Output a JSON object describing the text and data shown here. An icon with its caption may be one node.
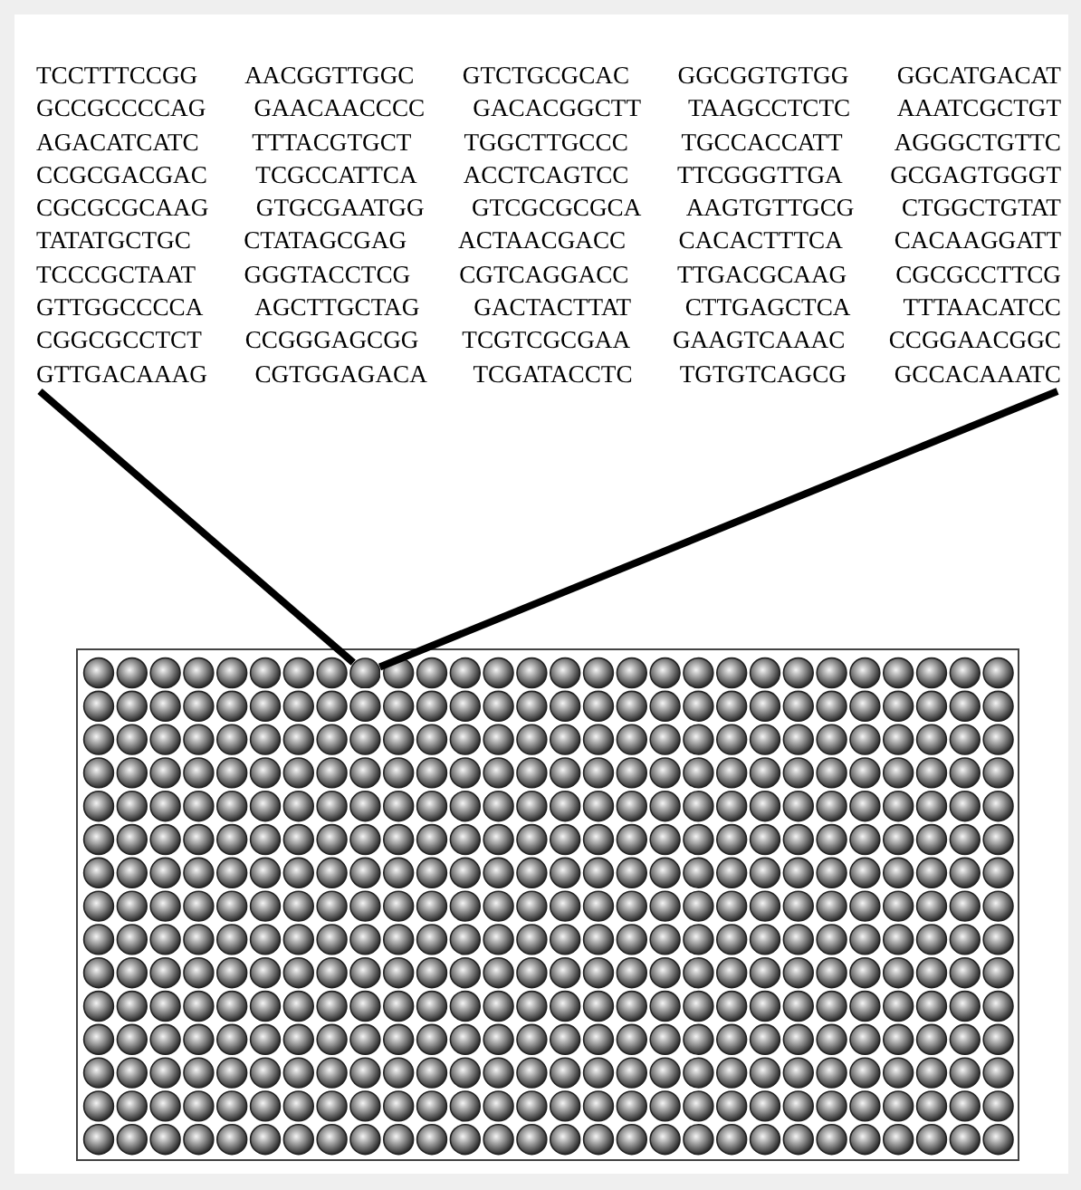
{
  "diagram": {
    "nodes": [
      {
        "text": [
          "TCCTTTCCGG AACGGTTGGC GTCTGCGCAC GGCGGTGTGG GGCATGACAT",
          "GCCGCCCCAG GAACAACCCC GACACGGCTT TAAGCCTCTC AAATCGCTGT",
          "AGACATCATC TTTACGTGCT TGGCTTGCCC TGCCACCATT AGGGCTGTTC",
          "CCGCGACGAC TCGCCATTCA ACCTCAGTCC TTCGGGTTGA GCGAGTGGGT",
          "CGCGCGCAAG GTGCGAATGG GTCGCGCGCA AAGTGTTGCG CTGGCTGTAT",
          "TATATGCTGC CTATAGCGAG ACTAACGACC CACACTTTCA CACAAGGATT",
          "TCCCGCTAAT GGGTACCTCG CGTCAGGACC TTGACGCAAG CGCGCCTTCG",
          "GTTGGCCCCA AGCTTGCTAG GACTACTTAT CTTGAGCTCA TTTAACATCC",
          "CGGCGCCTCT CCGGGAGCGG TCGTCGCGAA GAAGTCAAAC CCGGAACGGC",
          "GTTGACAAAG CGTGGAGACA TCGATACCTC TGTGTCAGCG GCCACAAATC"
        ]
      },
      {
        "text": [],
        "shape": "box"
      },
      {
        "text": [],
        "shape": "circle",
        "in": 1
      }
    ],
    "edges": [
      {
        "from": 0,
        "to": 2,
        "arrow": "none"
      },
      {
        "from": 0,
        "to": 2,
        "arrow": "none"
      }
    ]
  }
}
